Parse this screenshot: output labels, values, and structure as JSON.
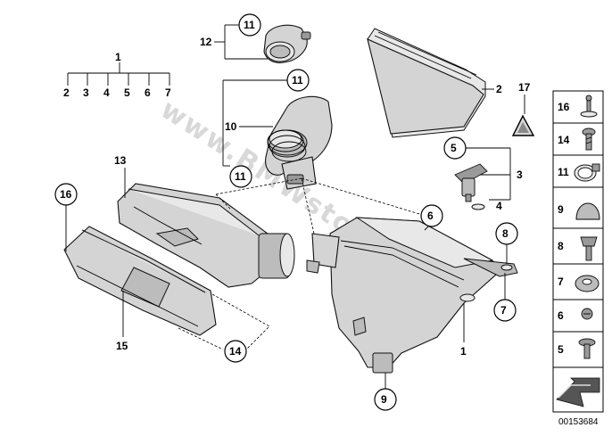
{
  "diagram": {
    "watermark": "www.BMWstore.pl",
    "doc_number": "00153684",
    "callouts": {
      "c1": "1",
      "c2": "2",
      "c3": "3",
      "c4": "4",
      "c5": "5",
      "c6": "6",
      "c7": "7",
      "c8": "8",
      "c9": "9",
      "c10": "10",
      "c11a": "11",
      "c11b": "11",
      "c11c": "11",
      "c12": "12",
      "c13": "13",
      "c14": "14",
      "c15": "15",
      "c16": "16",
      "c17": "17",
      "c1b": "1",
      "g2": "2",
      "g3": "3",
      "g4": "4",
      "g5": "5",
      "g6": "6",
      "g7": "7"
    },
    "panel": {
      "items": [
        "16",
        "14",
        "11",
        "9",
        "8",
        "7",
        "6",
        "5"
      ]
    }
  }
}
